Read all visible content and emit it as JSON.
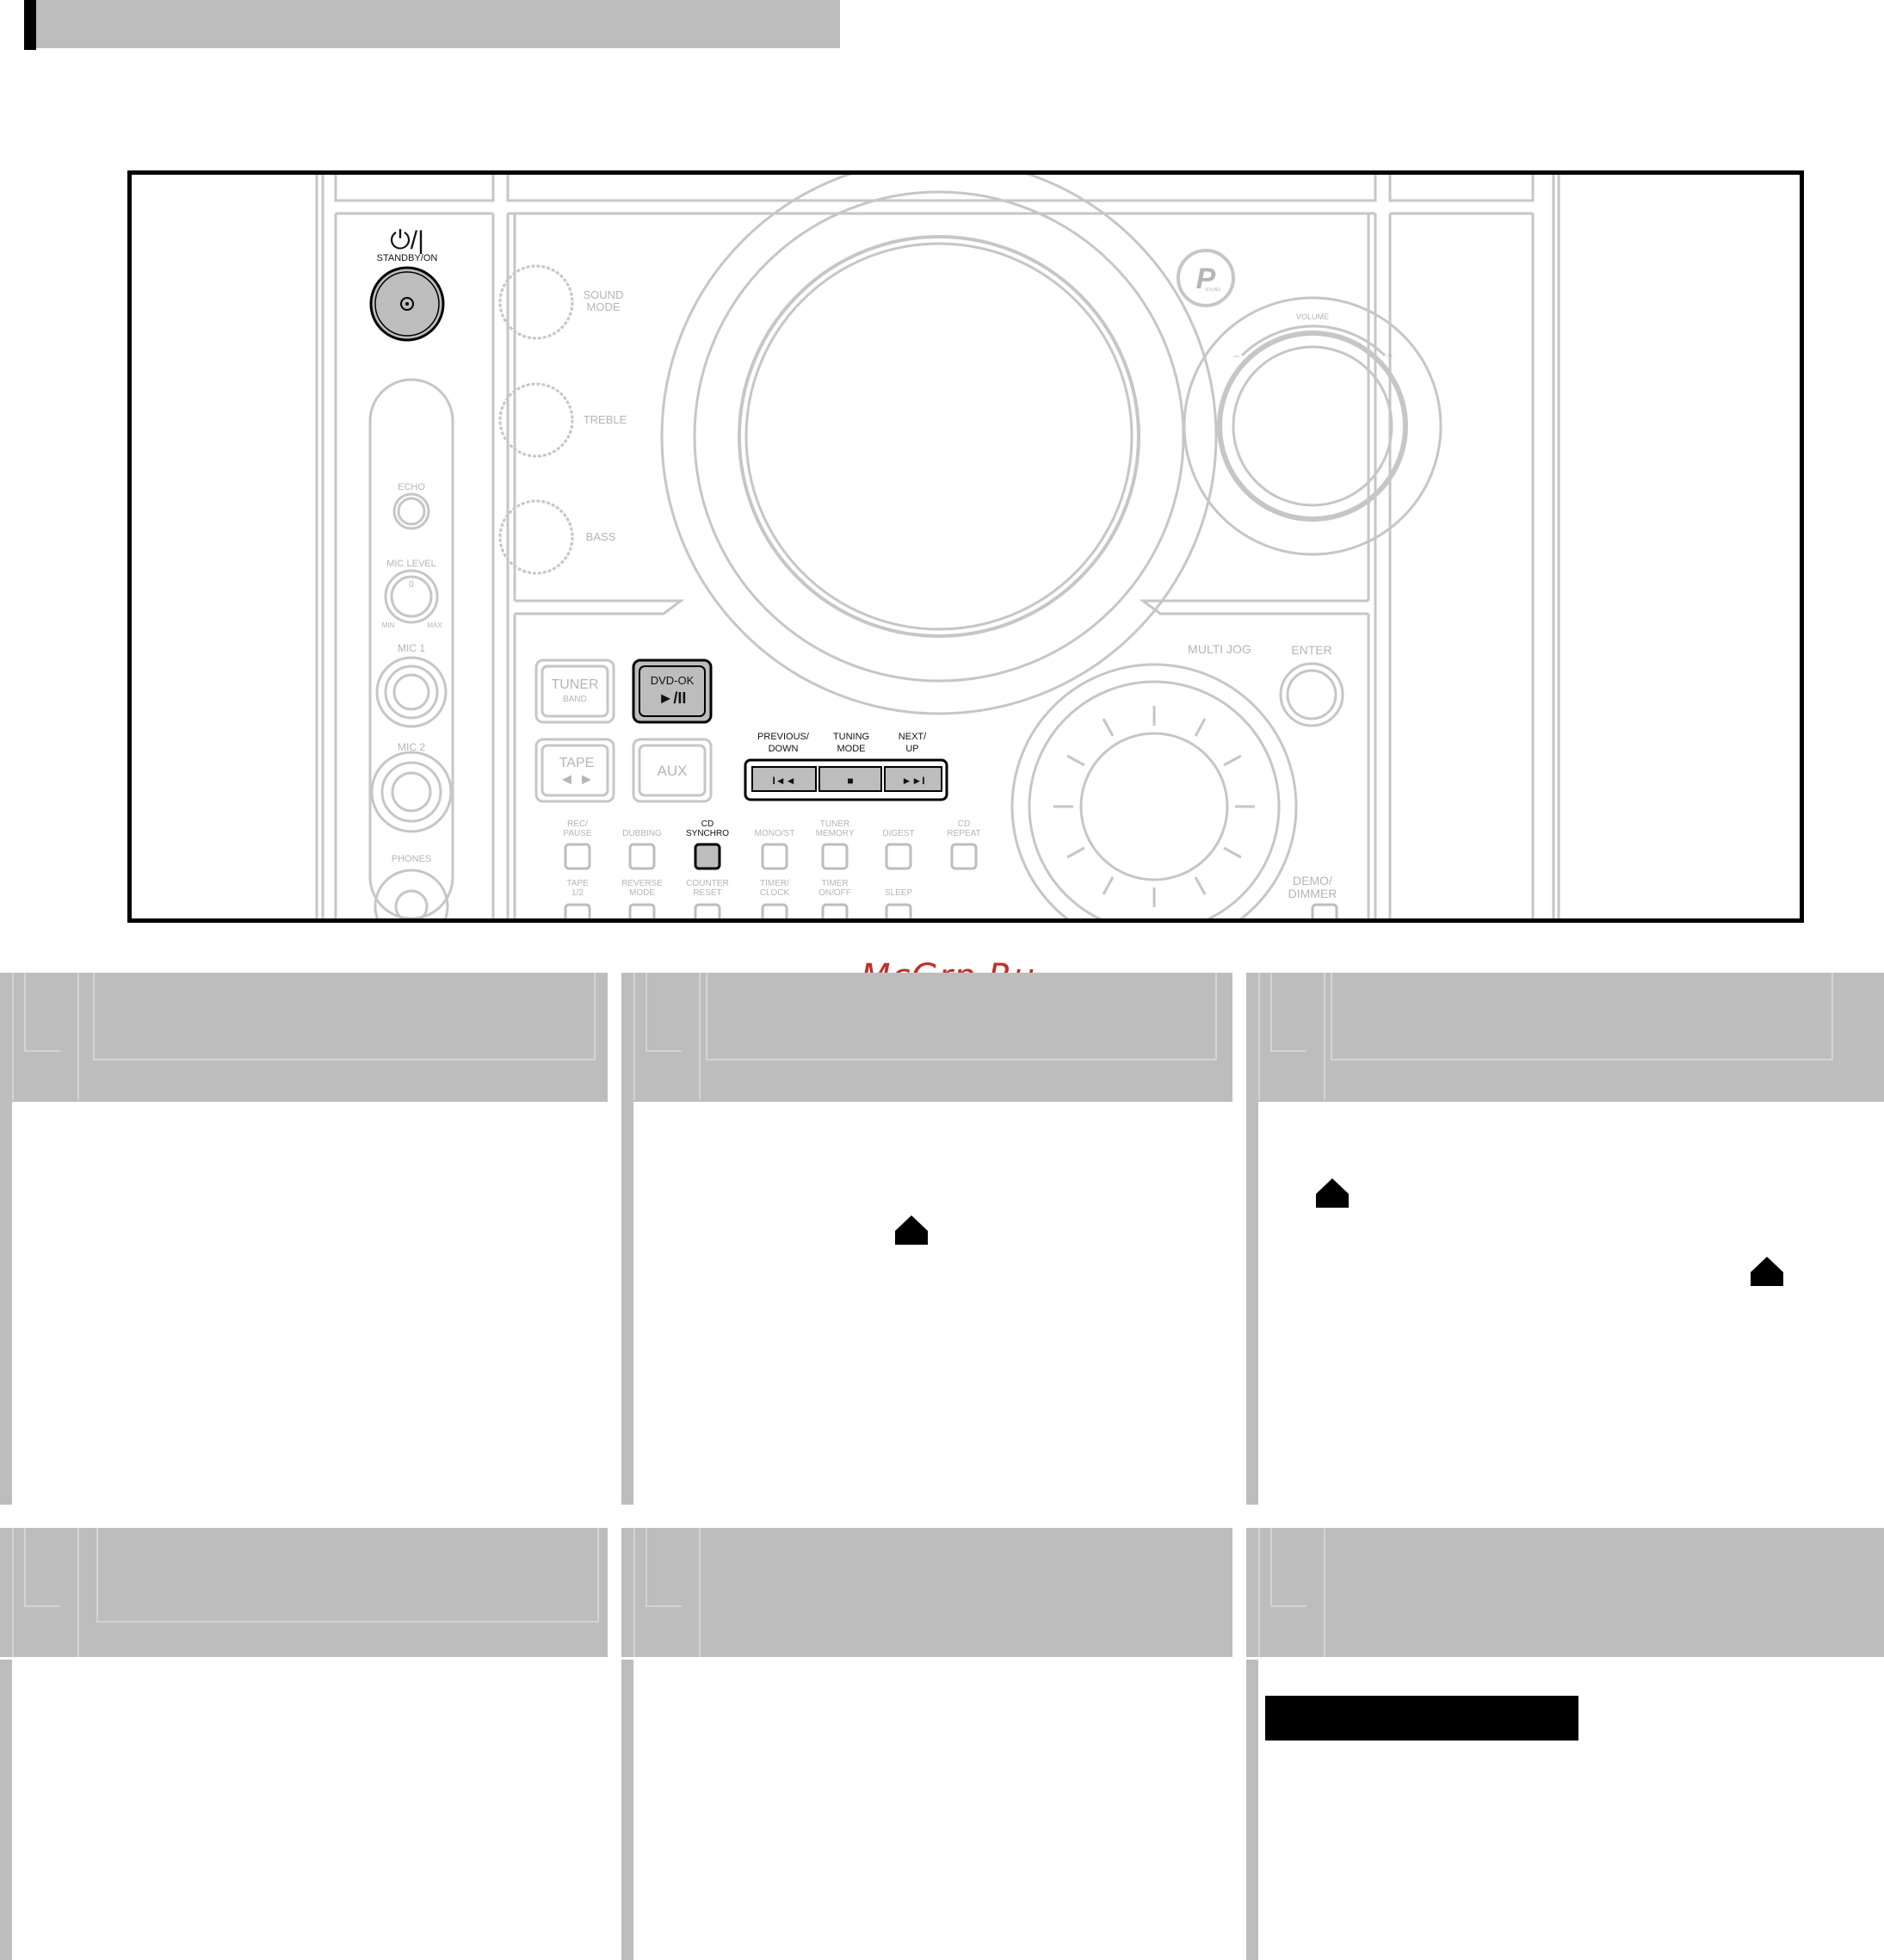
{
  "device": {
    "standby": {
      "symbol": "⏻/|",
      "label": "STANDBY/ON"
    },
    "knobs": [
      {
        "id": "sound-mode",
        "label_line1": "SOUND",
        "label_line2": "MODE"
      },
      {
        "id": "treble",
        "label_line1": "TREBLE",
        "label_line2": ""
      },
      {
        "id": "bass",
        "label_line1": "BASS",
        "label_line2": ""
      }
    ],
    "echo": "ECHO",
    "mic_level": "MIC LEVEL",
    "mic_level_min": "MIN",
    "mic_level_max": "MAX",
    "mic_level_zero": "0",
    "mic1": "MIC 1",
    "mic2": "MIC 2",
    "phones": "PHONES",
    "volume": "VOLUME",
    "volume_minus": "–",
    "volume_plus": "+",
    "logo_letter": "P",
    "logo_sub": "SOUND",
    "multi_jog": "MULTI JOG",
    "enter": "ENTER",
    "demo_line1": "DEMO/",
    "demo_line2": "DIMMER",
    "source_buttons": {
      "tuner": "TUNER",
      "tuner_sub": "BAND",
      "dvd": "DVD-OK",
      "dvd_sub": "►/II",
      "tape": "TAPE",
      "tape_sub": "◄ ►",
      "aux": "AUX"
    },
    "transport": {
      "prev_line1": "PREVIOUS/",
      "prev_line2": "DOWN",
      "tuning_line1": "TUNING",
      "tuning_line2": "MODE",
      "next_line1": "NEXT/",
      "next_line2": "UP",
      "prev_glyph": "I◄◄",
      "stop_glyph": "■",
      "next_glyph": "►►I"
    },
    "small_buttons_top": [
      {
        "l1": "REC/",
        "l2": "PAUSE"
      },
      {
        "l1": "",
        "l2": "DUBBING"
      },
      {
        "l1": "CD",
        "l2": "SYNCHRO"
      },
      {
        "l1": "",
        "l2": "MONO/ST"
      },
      {
        "l1": "TUNER",
        "l2": "MEMORY"
      },
      {
        "l1": "",
        "l2": "DIGEST"
      },
      {
        "l1": "CD",
        "l2": "REPEAT"
      }
    ],
    "small_buttons_bottom": [
      {
        "l1": "TAPE",
        "l2": "1/2"
      },
      {
        "l1": "REVERSE",
        "l2": "MODE"
      },
      {
        "l1": "COUNTER",
        "l2": "RESET"
      },
      {
        "l1": "TIMER/",
        "l2": "CLOCK"
      },
      {
        "l1": "TIMER",
        "l2": "ON/OFF"
      },
      {
        "l1": "",
        "l2": "SLEEP"
      }
    ]
  },
  "watermark": "McGrp.Ru",
  "colors": {
    "panel_gray": "#bdbdbd",
    "line_gray": "#c4c4c4",
    "highlight": "#bdbdbd",
    "watermark": "#c0302a"
  }
}
